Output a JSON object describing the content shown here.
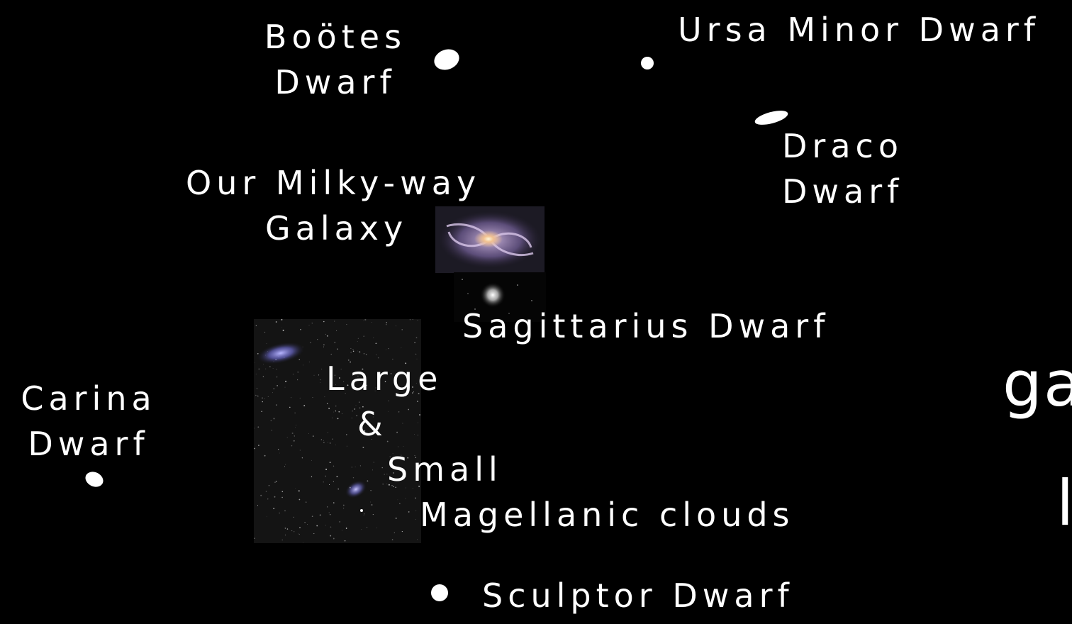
{
  "labels": {
    "bootes": [
      "Boötes",
      "Dwarf"
    ],
    "ursa_minor": "Ursa Minor Dwarf",
    "draco": [
      "Draco",
      "Dwarf"
    ],
    "milky_way": [
      "Our Milky-way",
      "Galaxy"
    ],
    "sagittarius": "Sagittarius Dwarf",
    "carina": [
      "Carina",
      "Dwarf"
    ],
    "magellanic": {
      "large": "Large",
      "amp": "&",
      "small": "Small",
      "clouds": "Magellanic clouds"
    },
    "sculptor": "Sculptor Dwarf"
  },
  "cut_off_text": {
    "line1": "ga",
    "line2": "l"
  },
  "colors": {
    "background": "#000000",
    "text": "#ffffff"
  }
}
